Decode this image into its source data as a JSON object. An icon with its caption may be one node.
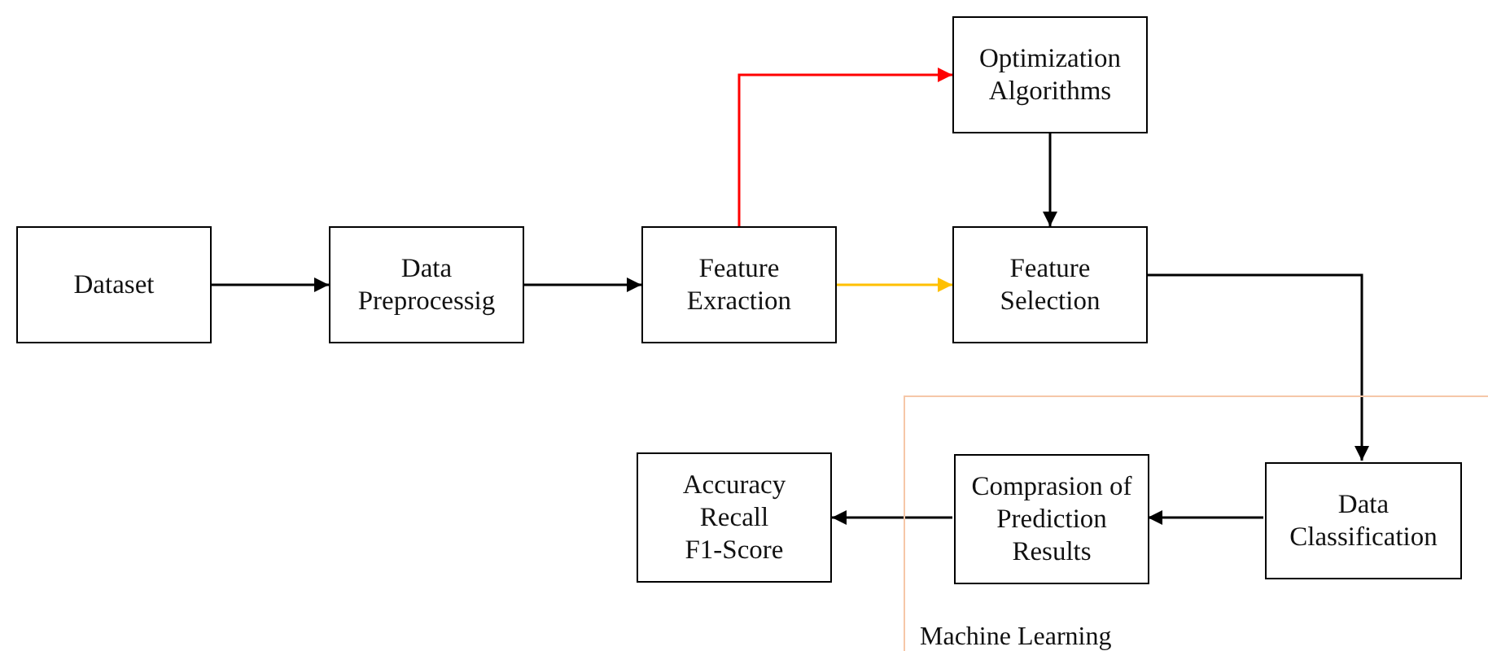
{
  "diagram": {
    "nodes": [
      {
        "text": [
          "Dataset"
        ]
      },
      {
        "text": [
          "Data Preprocessig"
        ]
      },
      {
        "text": [
          "Feature Exraction"
        ]
      },
      {
        "text": [
          "Optimization Algorithms"
        ]
      },
      {
        "text": [
          "Feature Selection"
        ]
      },
      {
        "text": [
          "Machine Learning"
        ]
      },
      {
        "text": [
          "Comprasion of Prediction Results"
        ],
        "in": 5
      },
      {
        "text": [
          "Data Classification"
        ],
        "in": 5
      },
      {
        "text": [
          "Accuracy",
          "Recall",
          "F1-Score"
        ]
      }
    ],
    "edges": [
      {
        "from": 0,
        "to": 1,
        "arrow": "to"
      },
      {
        "from": 1,
        "to": 2,
        "arrow": "to"
      },
      {
        "from": 2,
        "to": 3,
        "arrow": "to",
        "color": "#ff0000"
      },
      {
        "from": 2,
        "to": 4,
        "arrow": "to",
        "color": "#ffc000"
      },
      {
        "from": 3,
        "to": 4,
        "arrow": "to"
      },
      {
        "from": 4,
        "to": 7,
        "arrow": "to"
      },
      {
        "from": 7,
        "to": 6,
        "arrow": "to"
      },
      {
        "from": 6,
        "to": 8,
        "arrow": "to"
      }
    ]
  }
}
